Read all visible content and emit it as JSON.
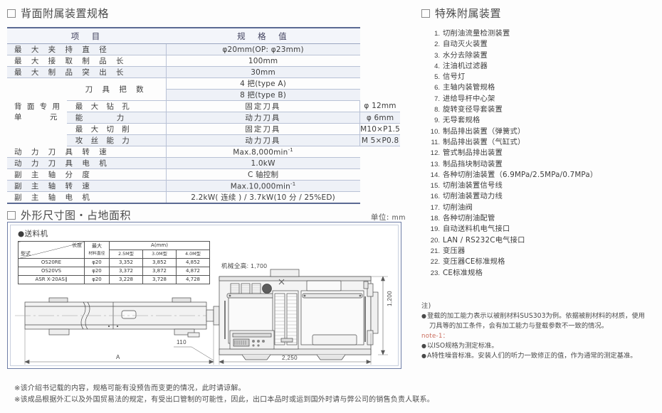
{
  "sections": {
    "back_spec_title": "背面附属装置规格",
    "dimension_title": "外形尺寸图・占地面积",
    "special_title": "特殊附属装置"
  },
  "spec_table": {
    "header": {
      "item": "项　目",
      "value": "规　格　值"
    },
    "rows": [
      {
        "item": "最 大 夹 持 直 径",
        "value": "φ20mm(OP: φ23mm)",
        "shade": true
      },
      {
        "item": "最 大 接 取 制 品 长",
        "value": "100mm",
        "shade": false
      },
      {
        "item": "最 大 制 品 突 出 长",
        "value": "30mm",
        "shade": true
      },
      {
        "item": "刀 具 把 数",
        "value": "4 把(type A)",
        "shade": false
      },
      {
        "item": "",
        "value": "8 把(type B)",
        "shade": true
      },
      {
        "item": "最 大 钻 孔",
        "sub": "固定刀具",
        "value": "φ 12mm",
        "shade": false
      },
      {
        "item": "能　　　力",
        "sub": "动力刀具",
        "value": "φ 6mm",
        "shade": true
      },
      {
        "item": "最 大 切 削",
        "sub": "固定刀具",
        "value": "M10×P1.5",
        "shade": false
      },
      {
        "item": "攻 丝 能 力",
        "sub": "动力刀具",
        "value": "M 5×P0.8",
        "shade": true
      },
      {
        "item": "动 力 刀 具 转 速",
        "value": "Max.8,000min",
        "sup": "-1",
        "shade": false
      },
      {
        "item": "动 力 刀 具 电 机",
        "value": "1.0kW",
        "shade": true
      },
      {
        "item": "副 主 轴 分 度",
        "value": "C 轴控制",
        "shade": false
      },
      {
        "item": "副 主 轴 转 速",
        "value": "Max.10,000min",
        "sup": "-1",
        "shade": true
      },
      {
        "item": "副 主 轴 电 机",
        "value": "2.2kW( 连续 ) / 3.7kW(10 分 / 25%ED)",
        "shade": false
      }
    ],
    "group_label_line1": "背 面 专 用",
    "group_label_line2": "单　　　元"
  },
  "dimension": {
    "unit_label": "单位:",
    "unit_value": "mm",
    "feeder_heading": "●送料机",
    "feeder_table": {
      "corner_top_right": "长度",
      "corner_bottom_left": "型式",
      "max_dia_l1": "最大",
      "max_dia_l2": "材料直径",
      "a_header": "A(mm)",
      "a_subheaders": [
        "2.5M型",
        "3.0M型",
        "4.0M型"
      ],
      "rows": [
        {
          "model": "OS20RE",
          "dia": "φ20",
          "a": [
            "3,352",
            "3,852",
            "4,852"
          ]
        },
        {
          "model": "OS20VS",
          "dia": "φ20",
          "a": [
            "3,372",
            "3,872",
            "4,872"
          ]
        },
        {
          "model": "ASR X-20AS∥",
          "dia": "φ20",
          "a": [
            "3,228",
            "3,728",
            "4,728"
          ]
        }
      ]
    },
    "annotations": {
      "machine_height": "机械全高: 1,700",
      "height_dim": "1,200",
      "width_dim": "2,250",
      "gap_dim": "110",
      "feeder_dim": "A"
    }
  },
  "special_options": [
    "切削油流量检测装置",
    "自动灭火装置",
    "水分去除装置",
    "注油机过滤器",
    "信号灯",
    "主轴内装管规格",
    "进给导杆中心架",
    "旋转变径导套装置",
    "无导套规格",
    "制品排出装置（弹簧式）",
    "制品排出装置（气缸式）",
    "管式制品排出装置",
    "制品挡块制动装置",
    "各种切削油装置（6.9MPa/2.5MPa/0.7MPa）",
    "切削油装置信号线",
    "切削油装置动力线",
    "切削油阀",
    "各种切削油配管",
    "自动送料机电气接口",
    "LAN / RS232C电气接口",
    "变压器",
    "变压器CE标准规格",
    "CE标准规格"
  ],
  "notes": {
    "label": "注)",
    "item1_line1": "登载的加工能力表示以被削材料SUS303为例。依据被削材料的材质，使用",
    "item1_line2": "刀具等的加工条件，会有加工能力与登载参数不一致的情况。",
    "note1_label": "note-1：",
    "item2": "以ISO规格为测定标准。",
    "item3": "A特性噪音标准。安装人们的听力一致修正的值，作为通常的测定基准。"
  },
  "footnotes": [
    "※该介绍书记载的内容，规格可能有没预告而变更的情况，此时请谅解。",
    "※该成品根据外汇以及外国贸易法的规定，有受出口管制的可能性，因此，出口本品时或运到国外时请与弊公司的销售负责人联系。"
  ],
  "colors": {
    "table_rule": "#5b6a93",
    "row_shade": "#eef1f7",
    "panel_border": "#6e7da6",
    "note_accent": "#c96a5a"
  }
}
